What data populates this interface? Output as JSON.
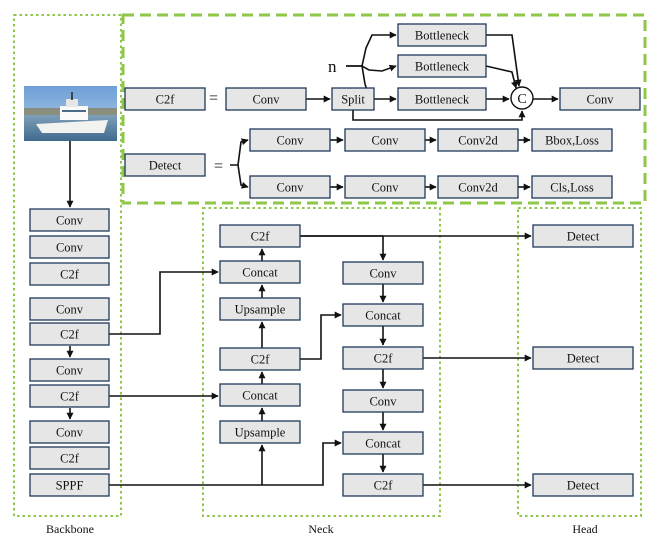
{
  "sections": {
    "backbone": "Backbone",
    "neck": "Neck",
    "head": "Head"
  },
  "detail": {
    "c2f_label": "C2f",
    "detect_label": "Detect",
    "equals": "=",
    "n_label": "n",
    "concat_symbol": "C",
    "c2f_chain": [
      "Conv",
      "Split",
      "Bottleneck",
      "Conv"
    ],
    "bottleneck_repeats": [
      "Bottleneck",
      "Bottleneck"
    ],
    "detect_branch_box": [
      "Conv",
      "Conv",
      "Conv2d",
      "Bbox,Loss"
    ],
    "detect_branch_cls": [
      "Conv",
      "Conv",
      "Conv2d",
      "Cls,Loss"
    ]
  },
  "backbone": [
    "Conv",
    "Conv",
    "C2f",
    "Conv",
    "C2f",
    "Conv",
    "C2f",
    "Conv",
    "C2f",
    "SPPF"
  ],
  "neck_left": [
    "C2f",
    "Concat",
    "Upsample",
    "C2f",
    "Concat",
    "Upsample"
  ],
  "neck_right": [
    "Conv",
    "Concat",
    "C2f",
    "Conv",
    "Concat",
    "C2f"
  ],
  "head": [
    "Detect",
    "Detect",
    "Detect"
  ],
  "colors": {
    "group_border": "#8fc74a",
    "box_fill": "#e6e6e6",
    "box_border": "#1f3a5a"
  },
  "icons": {
    "input_image": "ship-photo-icon"
  }
}
